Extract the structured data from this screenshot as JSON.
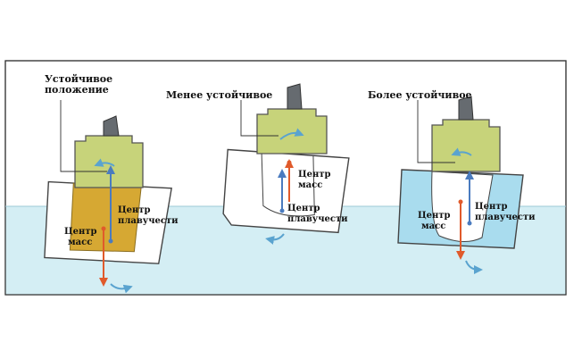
{
  "colors": {
    "water": "#d4eef4",
    "hull_fill": "#ffffff",
    "cabin": "#c7d37a",
    "mast": "#666b70",
    "submerged_ochre": "#d6a833",
    "submerged_blue": "#a9dcee",
    "arrow_orange": "#e05a2b",
    "arrow_blue": "#4a7bbf",
    "turn_arrow": "#5aa3cf"
  },
  "panels": [
    {
      "title_lines": [
        "Устойчивое",
        "положение"
      ],
      "mass_label_lines": [
        "Центр",
        "масс"
      ],
      "buoyancy_label_lines": [
        "Центр",
        "плавучести"
      ]
    },
    {
      "title_lines": [
        "Менее устойчивое"
      ],
      "mass_label_lines": [
        "Центр",
        "масс"
      ],
      "buoyancy_label_lines": [
        "Центр",
        "плавучести"
      ]
    },
    {
      "title_lines": [
        "Более устойчивое"
      ],
      "mass_label_lines": [
        "Центр",
        "масс"
      ],
      "buoyancy_label_lines": [
        "Центр",
        "плавучести"
      ]
    }
  ]
}
